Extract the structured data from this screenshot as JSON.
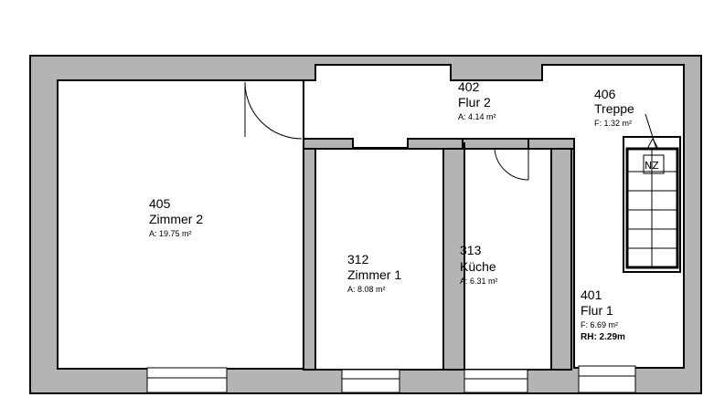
{
  "rooms": [
    {
      "id": "405",
      "number": "405",
      "name": "Zimmer 2",
      "area": "A: 19.75  m²"
    },
    {
      "id": "402",
      "number": "402",
      "name": "Flur 2",
      "area": "A: 4.14  m²"
    },
    {
      "id": "406",
      "number": "406",
      "name": "Treppe",
      "area": "F: 1.32  m²"
    },
    {
      "id": "312",
      "number": "312",
      "name": "Zimmer 1",
      "area": "A: 8.08  m²"
    },
    {
      "id": "313",
      "number": "313",
      "name": "Küche",
      "area": "A: 6.31  m²"
    },
    {
      "id": "401",
      "number": "401",
      "name": "Flur 1",
      "area": "F: 6.69  m²",
      "height": "RH:  2.29m"
    }
  ],
  "stair_label": "NZ"
}
